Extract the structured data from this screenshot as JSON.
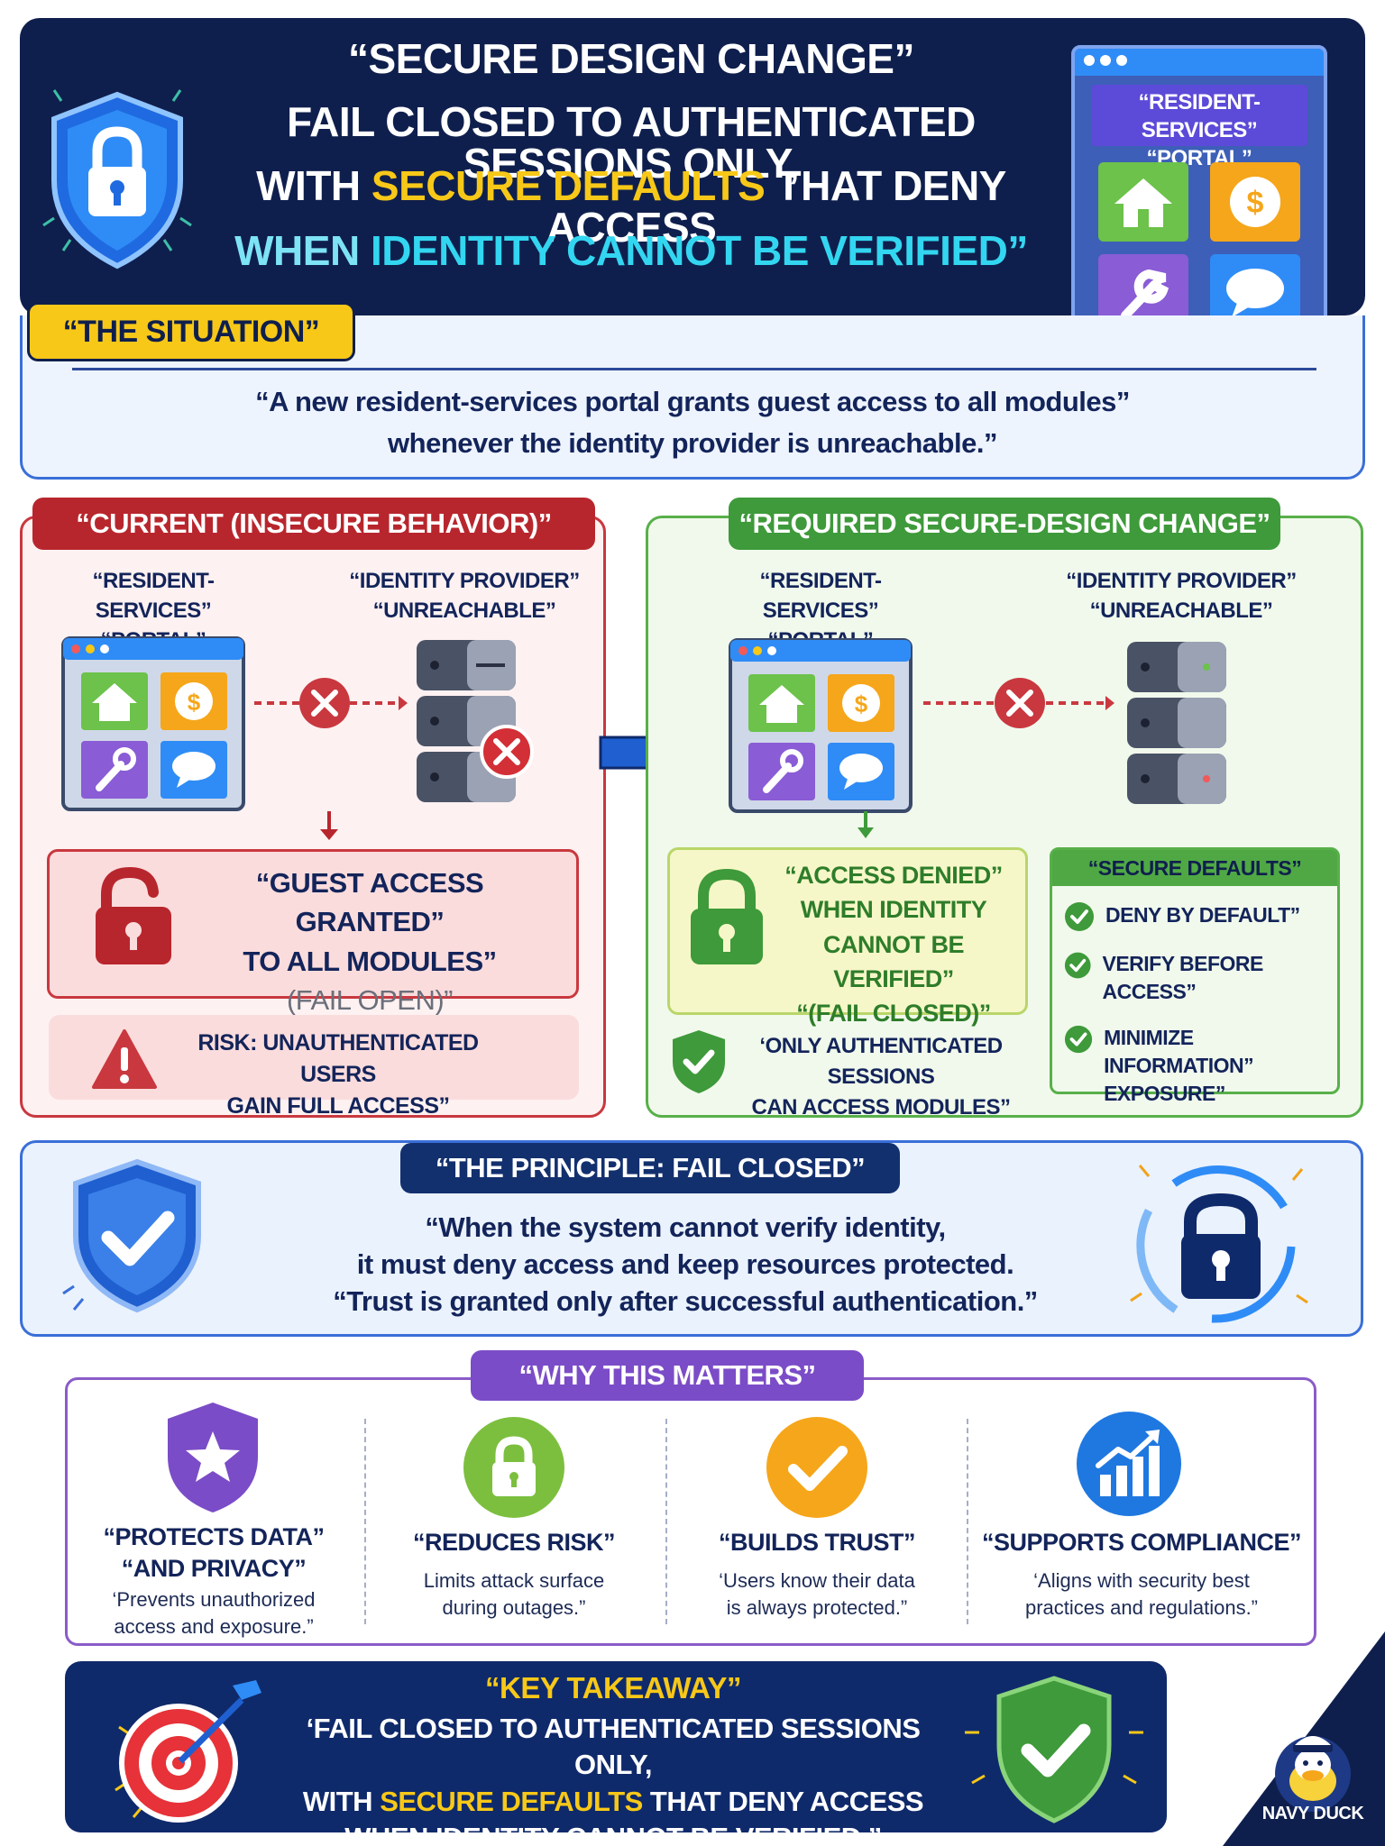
{
  "header": {
    "line1": "“SECURE DESIGN CHANGE”",
    "line2": "FAIL CLOSED TO AUTHENTICATED SESSIONS ONLY,",
    "line3_pre": "WITH ",
    "line3_highlight": "SECURE DEFAULTS",
    "line3_post": " THAT DENY ACCESS",
    "line4_pre": "WHEN ",
    "line4_highlight": "IDENTITY CANNOT BE VERIFIED",
    "line4_post": "”",
    "portal_title": "“RESIDENT-SERVICES”\n“PORTAL”"
  },
  "situation": {
    "tag": "“THE SITUATION”",
    "line1": "“A new resident-services portal grants guest access to all modules”",
    "line2": "whenever the identity provider is unreachable.”"
  },
  "current": {
    "title": "“CURRENT (INSECURE BEHAVIOR)”",
    "portal_label1": "“RESIDENT-SERVICES”",
    "portal_label2": "“PORTAL”",
    "idp_label1": "“IDENTITY PROVIDER”",
    "idp_label2": "“UNREACHABLE”",
    "result_line1": "“GUEST ACCESS GRANTED”",
    "result_line2": "TO ALL MODULES”",
    "result_line3": "(FAIL OPEN)”",
    "risk_line1": "RISK: UNAUTHENTICATED USERS",
    "risk_line2": "GAIN FULL ACCESS”"
  },
  "required": {
    "title": "“REQUIRED SECURE-DESIGN CHANGE”",
    "portal_label1": "“RESIDENT-SERVICES”",
    "portal_label2": "“PORTAL”",
    "idp_label1": "“IDENTITY PROVIDER”",
    "idp_label2": "“UNREACHABLE”",
    "denied_line1": "“ACCESS DENIED”",
    "denied_line2": "WHEN IDENTITY",
    "denied_line3": "CANNOT BE VERIFIED”",
    "denied_line4": "“(FAIL CLOSED)”",
    "only_line1": "‘ONLY AUTHENTICATED SESSIONS",
    "only_line2": "CAN ACCESS MODULES”",
    "defaults_title": "“SECURE DEFAULTS”",
    "defaults": [
      {
        "line1": "DENY BY DEFAULT”",
        "line2": ""
      },
      {
        "line1": "VERIFY BEFORE ACCESS”",
        "line2": ""
      },
      {
        "line1": "MINIMIZE INFORMATION”",
        "line2": "EXPOSURE”"
      }
    ]
  },
  "principle": {
    "title": "“THE PRINCIPLE: FAIL CLOSED”",
    "line1": "“When the system cannot verify identity,",
    "line2": "it must deny access and keep resources protected.",
    "line3": "“Trust is granted only after successful authentication.”"
  },
  "why": {
    "title": "“WHY THIS MATTERS”",
    "items": [
      {
        "title1": "“PROTECTS DATA”",
        "title2": "“AND PRIVACY”",
        "desc1": "‘Prevents unauthorized",
        "desc2": "access and exposure.”"
      },
      {
        "title1": "“REDUCES RISK”",
        "title2": "",
        "desc1": "Limits attack surface",
        "desc2": "during outages.”"
      },
      {
        "title1": "“BUILDS TRUST”",
        "title2": "",
        "desc1": "‘Users know their data",
        "desc2": "is always protected.”"
      },
      {
        "title1": "“SUPPORTS COMPLIANCE”",
        "title2": "",
        "desc1": "‘Aligns with security best",
        "desc2": "practices and regulations.”"
      }
    ]
  },
  "takeaway": {
    "title": "“KEY TAKEAWAY”",
    "line1": "‘FAIL CLOSED TO AUTHENTICATED SESSIONS ONLY,",
    "line2_pre": "WITH ",
    "line2_highlight": "SECURE DEFAULTS",
    "line2_post": " THAT DENY ACCESS",
    "line3": "WHEN IDENTITY CANNOT BE VERIFIED.”"
  },
  "brand": {
    "name": "NAVY DUCK"
  },
  "colors": {
    "navy": "#0f1f4d",
    "yellow": "#f7c818",
    "cyan": "#33d6f0",
    "red": "#c9383f",
    "green": "#58b04a",
    "blue": "#3a6fd8",
    "purple": "#7b4cc7"
  }
}
